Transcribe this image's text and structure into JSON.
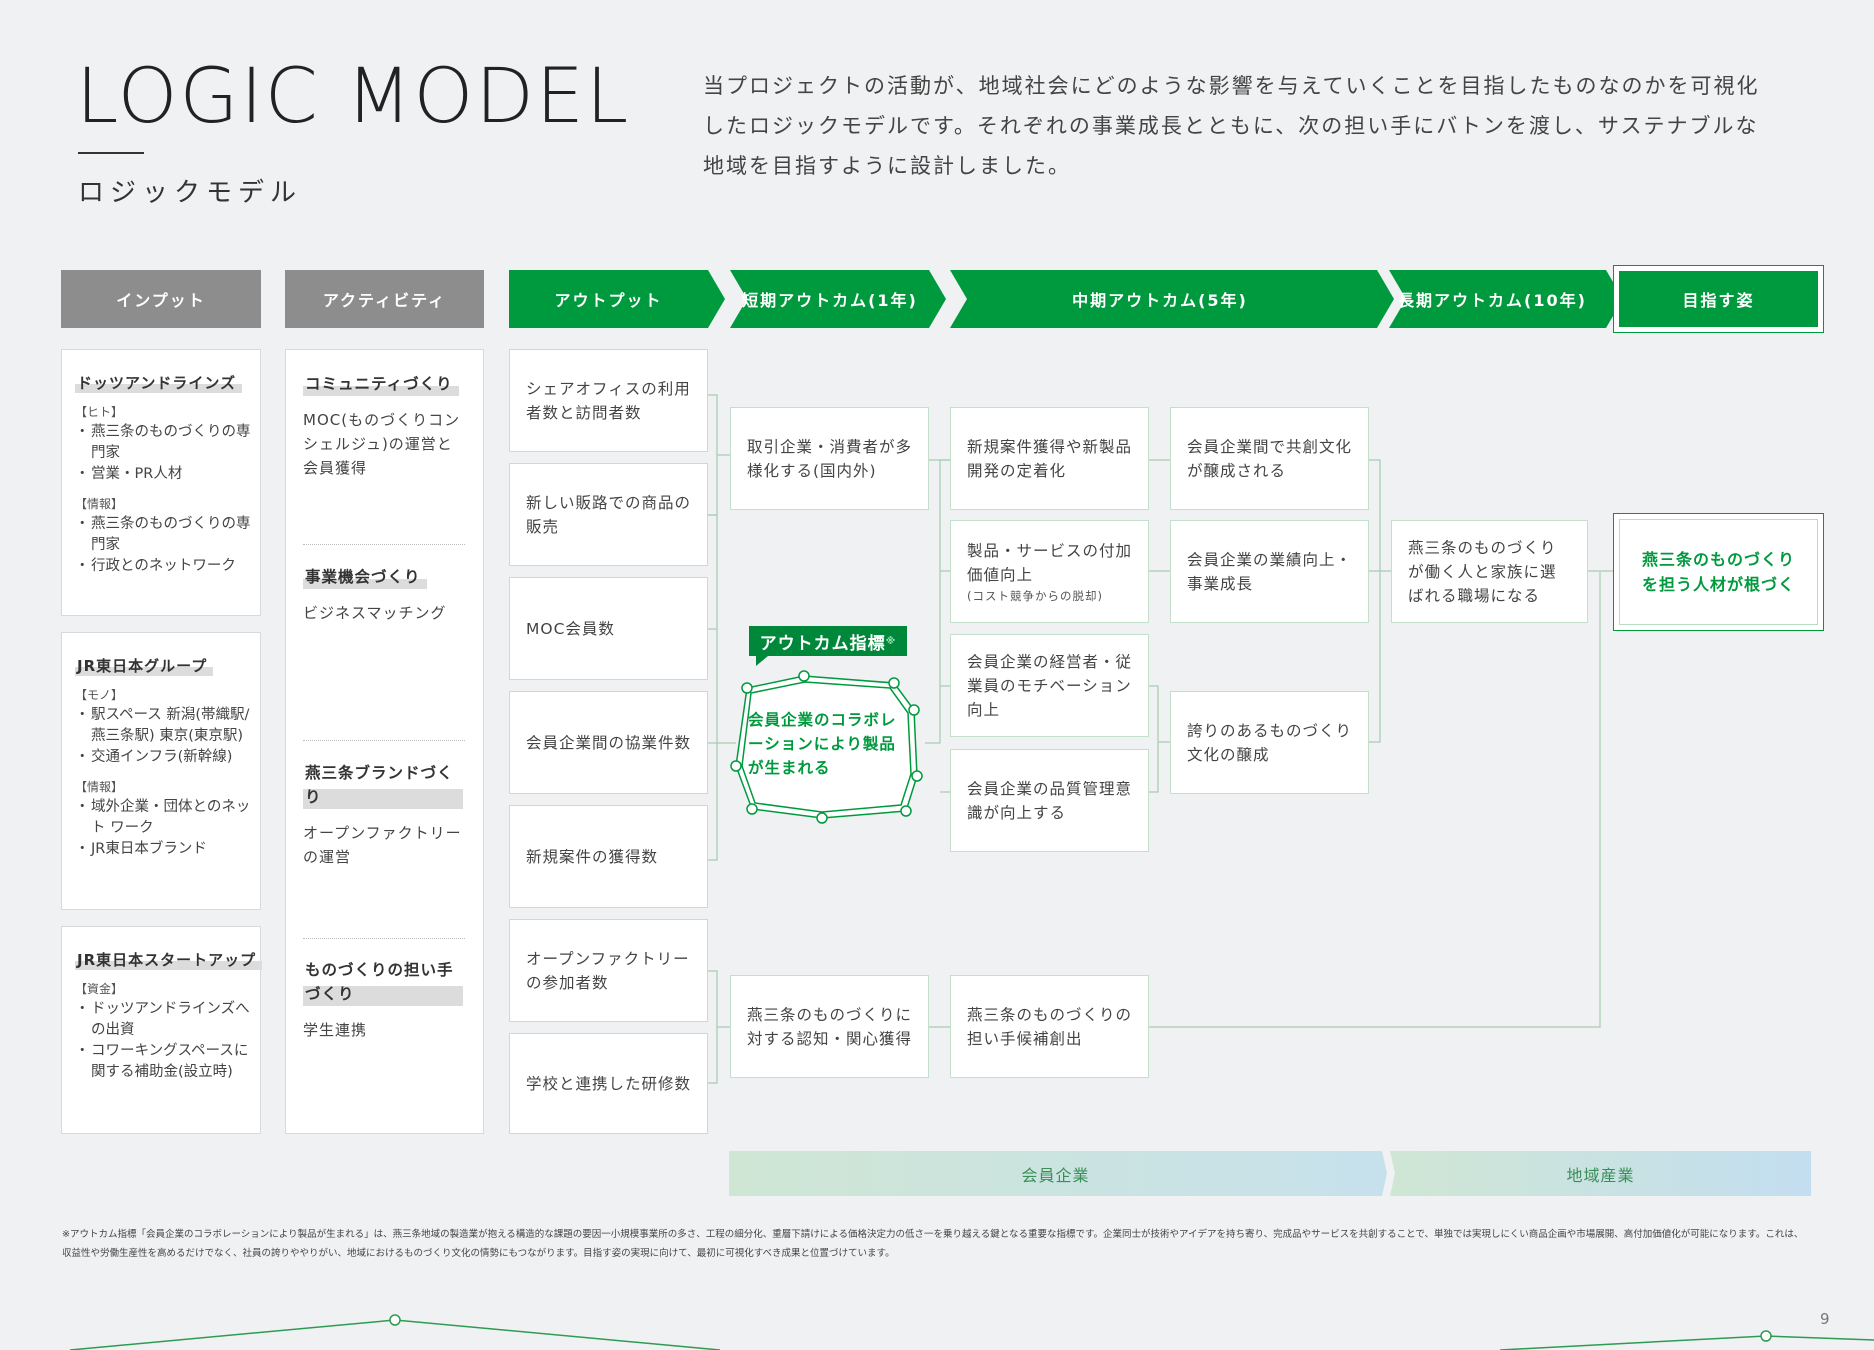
{
  "header": {
    "title_en": "LOGIC MODEL",
    "title_jp": "ロジックモデル",
    "intro": "当プロジェクトの活動が、地域社会にどのような影響を与えていくことを目指したものなのかを可視化したロジックモデルです。それぞれの事業成長とともに、次の担い手にバトンを渡し、サステナブルな地域を目指すように設計しました。"
  },
  "columns": {
    "input": "インプット",
    "activity": "アクティビティ",
    "output": "アウトプット",
    "short": "短期アウトカム(1年)",
    "mid": "中期アウトカム(5年)",
    "long": "長期アウトカム(10年)",
    "goal": "目指す姿"
  },
  "inputs": [
    {
      "title": "ドッツアンドラインズ",
      "groups": [
        {
          "tag": "【ヒト】",
          "items": [
            "燕三条のものづくりの専門家",
            "営業・PR人材"
          ]
        },
        {
          "tag": "【情報】",
          "items": [
            "燕三条のものづくりの専門家",
            "行政とのネットワーク"
          ]
        }
      ]
    },
    {
      "title": "JR東日本グループ",
      "groups": [
        {
          "tag": "【モノ】",
          "items": [
            "駅スペース 新潟(帯織駅/燕三条駅) 東京(東京駅)",
            "交通インフラ(新幹線)"
          ]
        },
        {
          "tag": "【情報】",
          "items": [
            "域外企業・団体とのネット ワーク",
            "JR東日本ブランド"
          ]
        }
      ]
    },
    {
      "title": "JR東日本スタートアップ",
      "groups": [
        {
          "tag": "【資金】",
          "items": [
            "ドッツアンドラインズへの出資",
            "コワーキングスペースに関する補助金(設立時)"
          ]
        }
      ]
    }
  ],
  "activities": [
    {
      "title": "コミュニティづくり",
      "text": "MOC(ものづくりコンシェルジュ)の運営と会員獲得"
    },
    {
      "title": "事業機会づくり",
      "text": "ビジネスマッチング"
    },
    {
      "title": "燕三条ブランドづくり",
      "text": "オープンファクトリーの運営"
    },
    {
      "title": "ものづくりの担い手づくり",
      "text": "学生連携"
    }
  ],
  "outputs": [
    "シェアオフィスの利用者数と訪問者数",
    "新しい販路での商品の販売",
    "MOC会員数",
    "会員企業間の協業件数",
    "新規案件の獲得数",
    "オープンファクトリーの参加者数",
    "学校と連携した研修数"
  ],
  "short_outcomes": [
    "取引企業・消費者が多様化する(国内外)",
    "燕三条のものづくりに対する認知・関心獲得"
  ],
  "outcome_indicator": {
    "badge": "アウトカム指標",
    "mark": "※",
    "text": "会員企業のコラボレーションにより製品が生まれる"
  },
  "mid_outcomes": {
    "a1": "新規案件獲得や新製品開発の定着化",
    "a2_main": "製品・サービスの付加価値向上",
    "a2_small": "(コスト競争からの脱却)",
    "a3": "会員企業の経営者・従業員のモチベーション向上",
    "a4": "会員企業の品質管理意識が向上する",
    "a5": "燕三条のものづくりの担い手候補創出",
    "b1": "会員企業間で共創文化が醸成される",
    "b2": "会員企業の業績向上・事業成長",
    "b3": "誇りのあるものづくり文化の醸成"
  },
  "long_outcomes": [
    "燕三条のものづくりが働く人と家族に選ばれる職場になる"
  ],
  "goal": "燕三条のものづくりを担う人材が根づく",
  "bands": [
    "会員企業",
    "地域産業"
  ],
  "note": "※アウトカム指標「会員企業のコラボレーションにより製品が生まれる」は、燕三条地域の製造業が抱える構造的な課題の要因一小規模事業所の多さ、工程の細分化、重層下請けによる価格決定力の低さ一を乗り越える鍵となる重要な指標です。企業同士が技術やアイデアを持ち寄り、完成品やサービスを共創することで、単独では実現しにくい商品企画や市場展開、高付加価値化が可能になります。これは、収益性や労働生産性を高めるだけでなく、社員の誇りややりがい、地域におけるものづくり文化の情勢にもつながります。目指す姿の実現に向けて、最初に可視化すべき成果と位置づけています。",
  "page_number": "9",
  "colors": {
    "green": "#009a3e",
    "gray": "#8d8d8d",
    "background": "#f0f1f2"
  }
}
